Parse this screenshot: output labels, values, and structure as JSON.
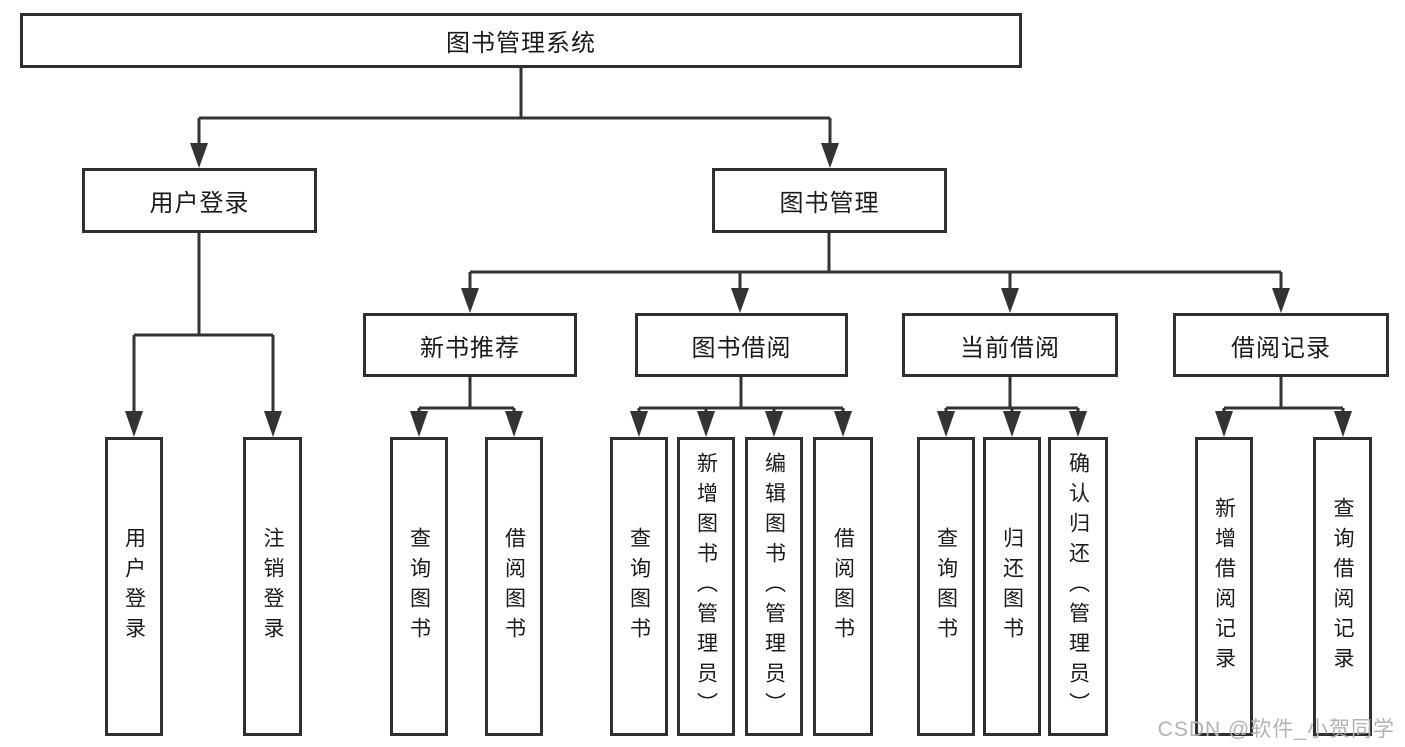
{
  "diagram": {
    "type": "hierarchy-tree",
    "colors": {
      "line": "#333333",
      "box_border": "#2f2f2f",
      "box_fill": "#ffffff",
      "text": "#1b1b1e",
      "background": "#ffffff",
      "watermark": "#b3b3b3"
    },
    "tree": {
      "root": {
        "label": "图书管理系统",
        "children": [
          {
            "label": "用户登录",
            "children": [
              {
                "label": "用户登录"
              },
              {
                "label": "注销登录"
              }
            ]
          },
          {
            "label": "图书管理",
            "children": [
              {
                "label": "新书推荐",
                "children": [
                  {
                    "label": "查询图书"
                  },
                  {
                    "label": "借阅图书"
                  }
                ]
              },
              {
                "label": "图书借阅",
                "children": [
                  {
                    "label": "查询图书"
                  },
                  {
                    "label": "新增图书（管理员）"
                  },
                  {
                    "label": "编辑图书（管理员）"
                  },
                  {
                    "label": "借阅图书"
                  }
                ]
              },
              {
                "label": "当前借阅",
                "children": [
                  {
                    "label": "查询图书"
                  },
                  {
                    "label": "归还图书"
                  },
                  {
                    "label": "确认归还（管理员）"
                  }
                ]
              },
              {
                "label": "借阅记录",
                "children": [
                  {
                    "label": "新增借阅记录"
                  },
                  {
                    "label": "查询借阅记录"
                  }
                ]
              }
            ]
          }
        ]
      }
    }
  },
  "watermark": {
    "text": "CSDN @软件_小贺同学"
  }
}
